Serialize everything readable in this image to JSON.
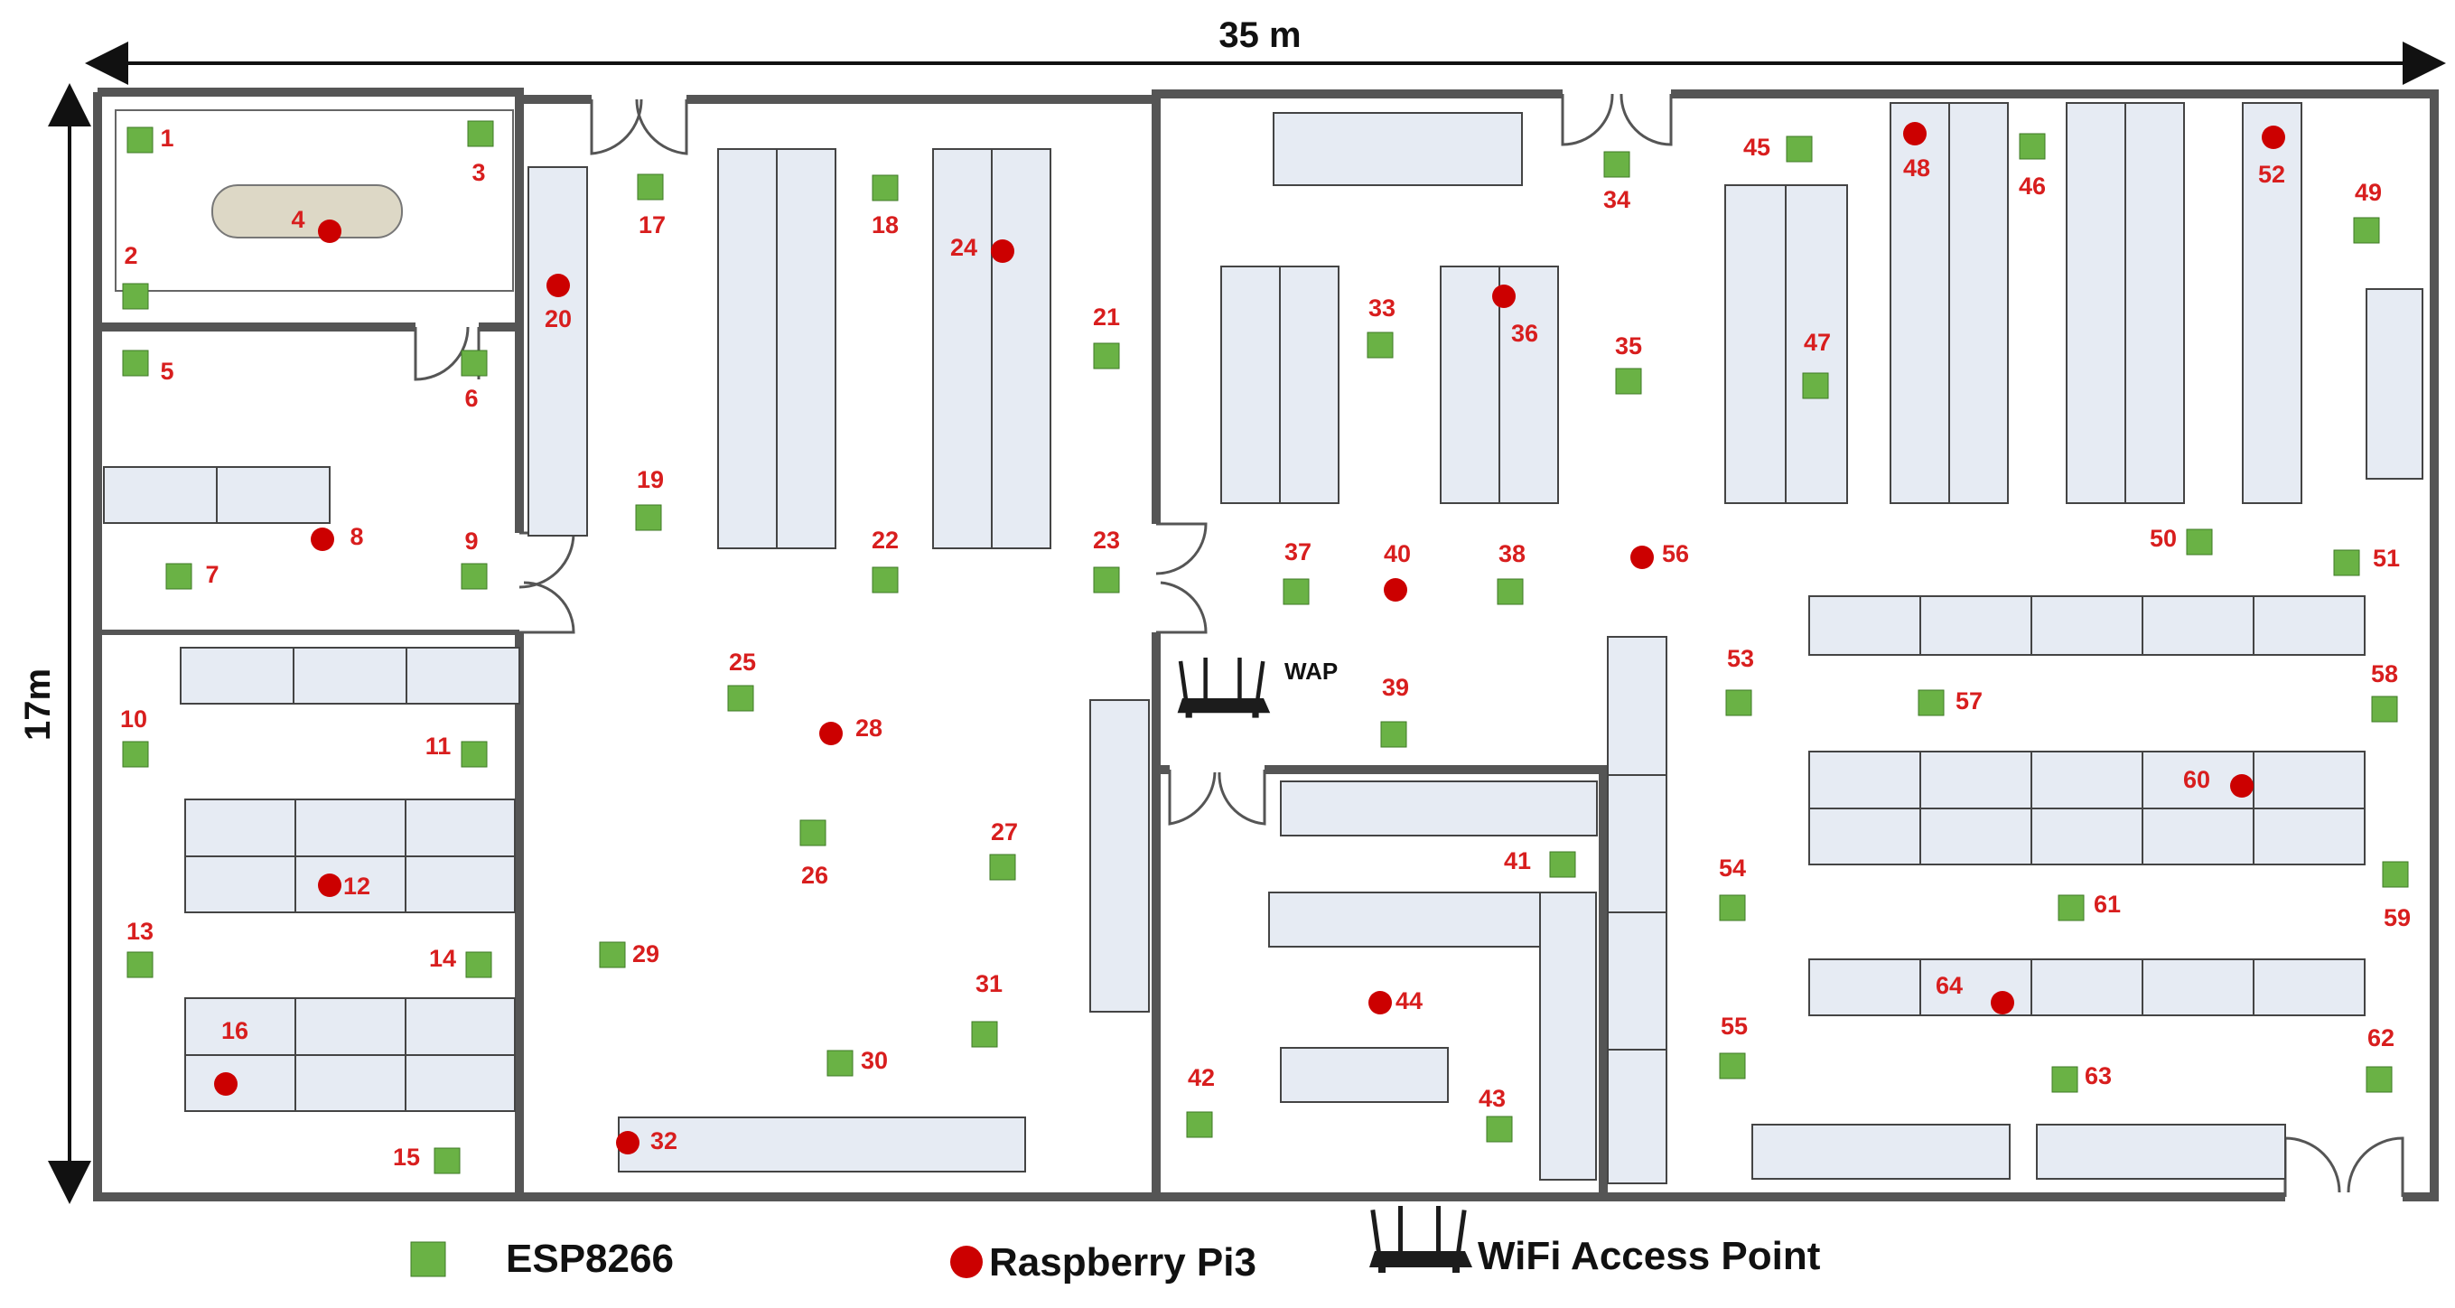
{
  "dimensions": {
    "width_label": "35 m",
    "height_label": "17m"
  },
  "wap_label": "WAP",
  "legend": {
    "esp": "ESP8266",
    "rpi": "Raspberry Pi3",
    "wap": "WiFi Access Point"
  },
  "colors": {
    "esp": "#6ab245",
    "rpi": "#cc0000",
    "label": "#d81e1e",
    "wall": "#555555",
    "furniture": "#e6ebf3"
  },
  "nodes": [
    {
      "id": "1",
      "type": "esp"
    },
    {
      "id": "2",
      "type": "esp"
    },
    {
      "id": "3",
      "type": "esp"
    },
    {
      "id": "4",
      "type": "rpi"
    },
    {
      "id": "5",
      "type": "esp"
    },
    {
      "id": "6",
      "type": "esp"
    },
    {
      "id": "7",
      "type": "esp"
    },
    {
      "id": "8",
      "type": "rpi"
    },
    {
      "id": "9",
      "type": "esp"
    },
    {
      "id": "10",
      "type": "esp"
    },
    {
      "id": "11",
      "type": "esp"
    },
    {
      "id": "12",
      "type": "rpi"
    },
    {
      "id": "13",
      "type": "esp"
    },
    {
      "id": "14",
      "type": "esp"
    },
    {
      "id": "15",
      "type": "esp"
    },
    {
      "id": "16",
      "type": "rpi"
    },
    {
      "id": "17",
      "type": "esp"
    },
    {
      "id": "18",
      "type": "esp"
    },
    {
      "id": "19",
      "type": "esp"
    },
    {
      "id": "20",
      "type": "rpi"
    },
    {
      "id": "21",
      "type": "esp"
    },
    {
      "id": "22",
      "type": "esp"
    },
    {
      "id": "23",
      "type": "esp"
    },
    {
      "id": "24",
      "type": "rpi"
    },
    {
      "id": "25",
      "type": "esp"
    },
    {
      "id": "26",
      "type": "esp"
    },
    {
      "id": "27",
      "type": "esp"
    },
    {
      "id": "28",
      "type": "rpi"
    },
    {
      "id": "29",
      "type": "esp"
    },
    {
      "id": "30",
      "type": "esp"
    },
    {
      "id": "31",
      "type": "esp"
    },
    {
      "id": "32",
      "type": "rpi"
    },
    {
      "id": "33",
      "type": "esp"
    },
    {
      "id": "34",
      "type": "esp"
    },
    {
      "id": "35",
      "type": "esp"
    },
    {
      "id": "36",
      "type": "rpi"
    },
    {
      "id": "37",
      "type": "esp"
    },
    {
      "id": "38",
      "type": "esp"
    },
    {
      "id": "39",
      "type": "esp"
    },
    {
      "id": "40",
      "type": "rpi"
    },
    {
      "id": "41",
      "type": "esp"
    },
    {
      "id": "42",
      "type": "esp"
    },
    {
      "id": "43",
      "type": "esp"
    },
    {
      "id": "44",
      "type": "rpi"
    },
    {
      "id": "45",
      "type": "esp"
    },
    {
      "id": "46",
      "type": "esp"
    },
    {
      "id": "47",
      "type": "esp"
    },
    {
      "id": "48",
      "type": "rpi"
    },
    {
      "id": "49",
      "type": "esp"
    },
    {
      "id": "50",
      "type": "esp"
    },
    {
      "id": "51",
      "type": "esp"
    },
    {
      "id": "52",
      "type": "rpi"
    },
    {
      "id": "53",
      "type": "esp"
    },
    {
      "id": "54",
      "type": "esp"
    },
    {
      "id": "55",
      "type": "esp"
    },
    {
      "id": "56",
      "type": "rpi"
    },
    {
      "id": "57",
      "type": "esp"
    },
    {
      "id": "58",
      "type": "esp"
    },
    {
      "id": "59",
      "type": "esp"
    },
    {
      "id": "60",
      "type": "rpi"
    },
    {
      "id": "61",
      "type": "esp"
    },
    {
      "id": "62",
      "type": "esp"
    },
    {
      "id": "63",
      "type": "esp"
    },
    {
      "id": "64",
      "type": "rpi"
    }
  ]
}
